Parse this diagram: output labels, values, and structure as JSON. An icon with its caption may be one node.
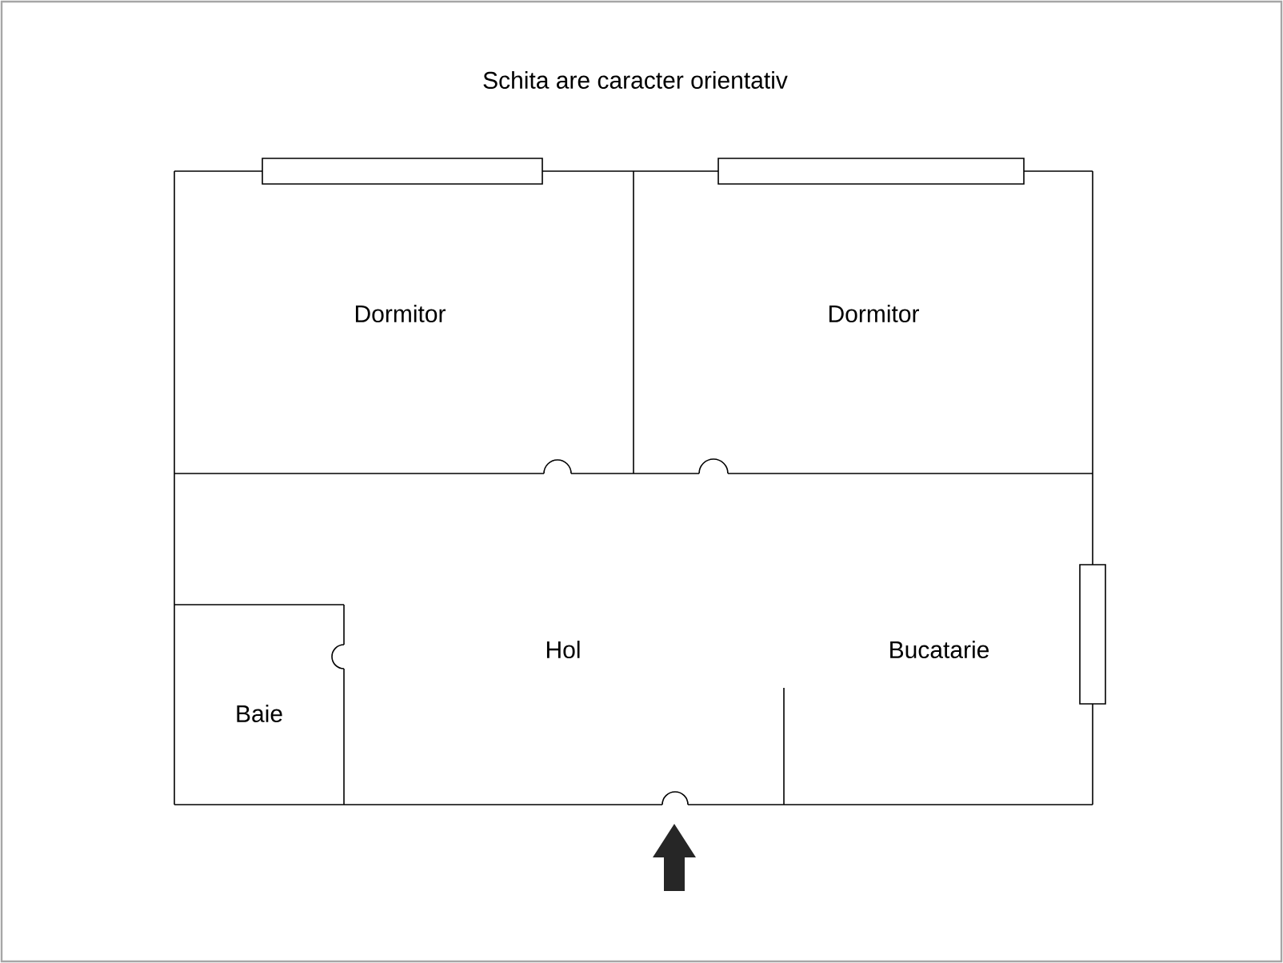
{
  "diagram": {
    "title": "Schita are caracter orientativ",
    "nodes": [
      {
        "text": [
          "Dormitor"
        ]
      },
      {
        "text": [
          "Dormitor"
        ]
      },
      {
        "text": [
          "Hol"
        ]
      },
      {
        "text": [
          "Bucatarie"
        ]
      },
      {
        "text": [
          "Baie"
        ]
      }
    ],
    "edges": []
  }
}
